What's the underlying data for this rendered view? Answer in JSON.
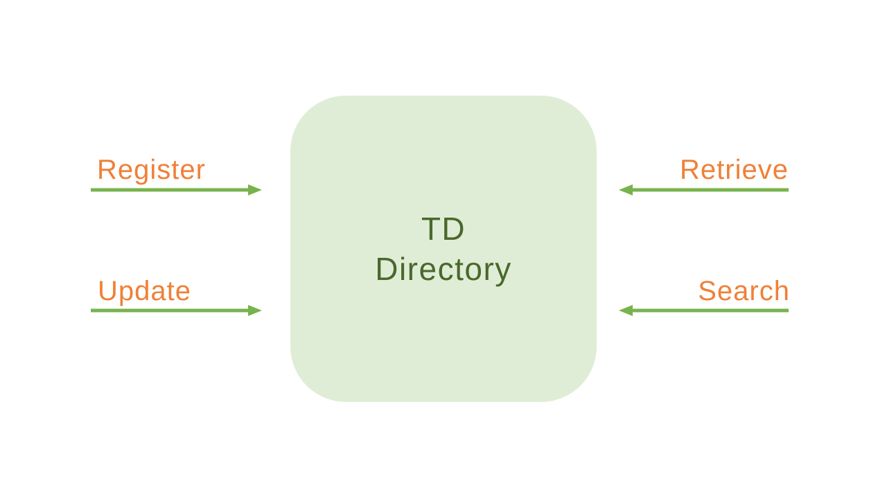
{
  "diagram": {
    "box": {
      "title_line1": "TD",
      "title_line2": "Directory"
    },
    "left_flows": [
      {
        "label": "Register",
        "direction": "right-into-box"
      },
      {
        "label": "Update",
        "direction": "right-into-box"
      }
    ],
    "right_flows": [
      {
        "label": "Retrieve",
        "direction": "left-into-box"
      },
      {
        "label": "Search",
        "direction": "left-into-box"
      }
    ],
    "colors": {
      "label_orange": "#EF8038",
      "arrow_green": "#77B34D",
      "box_fill": "#E0EDD6",
      "box_text": "#4A682C",
      "background": "#FFFFFF"
    }
  }
}
